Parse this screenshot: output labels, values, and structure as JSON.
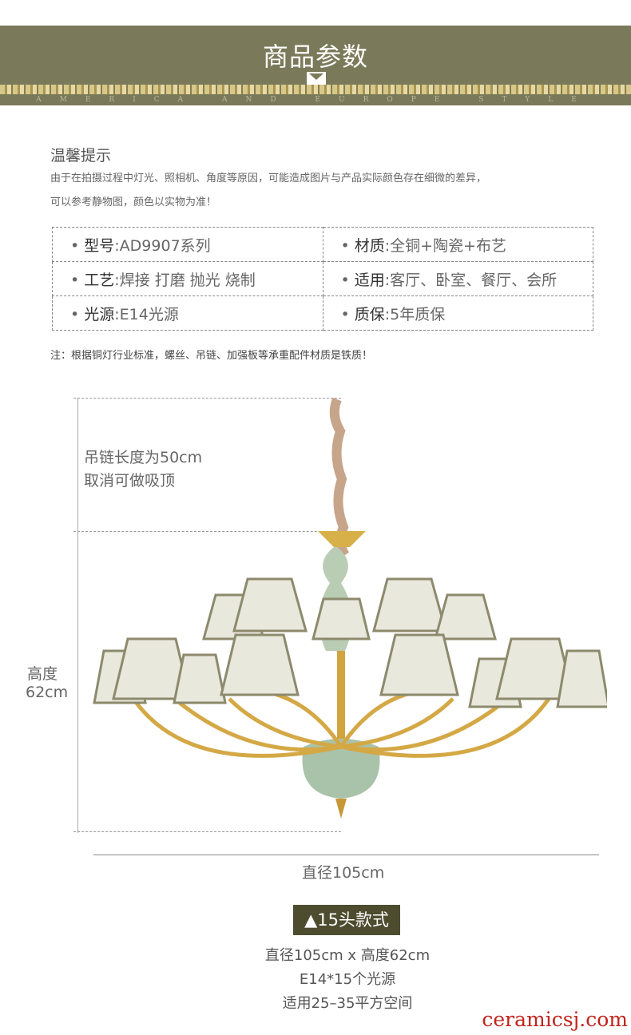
{
  "header": {
    "title": "商品参数",
    "subtitle": "AMERICA AND EUROPE STYLE"
  },
  "tips": {
    "title": "温馨提示",
    "line1": "由于在拍摄过程中灯光、照相机、角度等原因，可能造成图片与产品实际颜色存在细微的差异，",
    "line2": "可以参考静物图，颜色以实物为准！"
  },
  "specs": [
    {
      "label": "型号",
      "value": "AD9907系列"
    },
    {
      "label": "材质",
      "value": "全铜+陶瓷+布艺"
    },
    {
      "label": "工艺",
      "value": "焊接 打磨 抛光 烧制"
    },
    {
      "label": "适用",
      "value": "客厅、卧室、餐厅、会所"
    },
    {
      "label": "光源",
      "value": "E14光源"
    },
    {
      "label": "质保",
      "value": "5年质保"
    }
  ],
  "note": "注：根据铜灯行业标准，螺丝、吊链、加强板等承重配件材质是铁质！",
  "dimensions": {
    "chain_line1": "吊链长度为50cm",
    "chain_line2": "取消可做吸顶",
    "height_label": "高度",
    "height_value": "62cm",
    "diameter": "直径105cm"
  },
  "variant": {
    "badge": "▲15头款式",
    "line1": "直径105cm x 高度62cm",
    "line2": "E14*15个光源",
    "line3": "适用25–35平方空间"
  },
  "watermark": "ceramicsj.com"
}
